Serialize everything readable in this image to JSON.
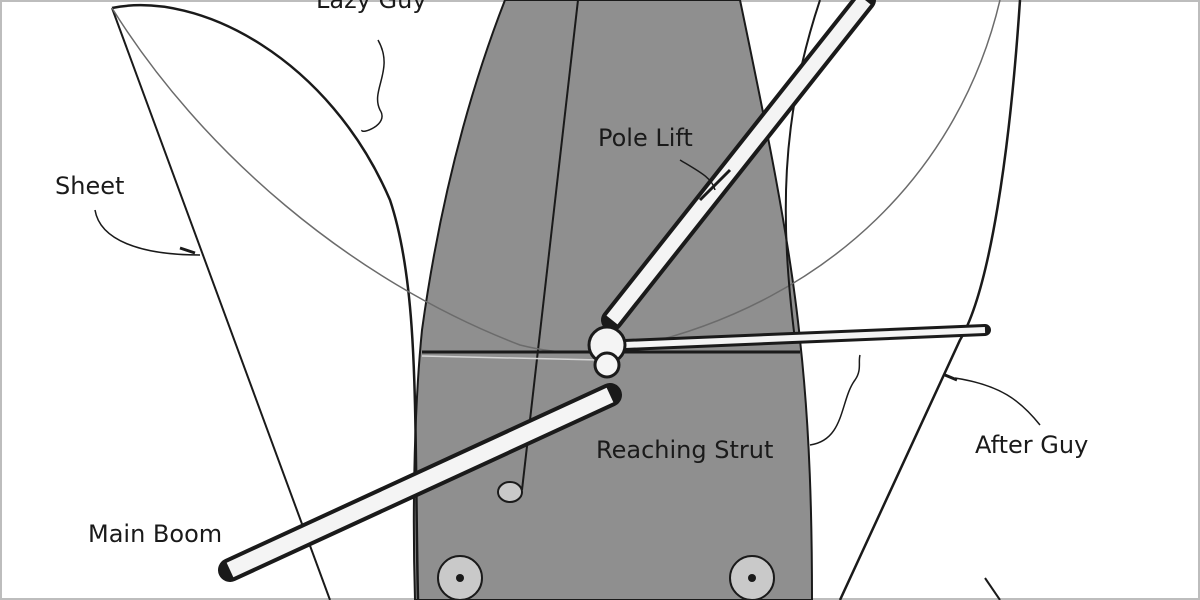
{
  "labels": {
    "lazy_guy": "Lazy Guy",
    "pole_lift": "Pole Lift",
    "sheet": "Sheet",
    "reaching_strut": "Reaching Strut",
    "after_guy": "After Guy",
    "main_boom": "Main Boom"
  },
  "colors": {
    "deck": "#8f8f8f",
    "line": "#1a1a1a",
    "thin_line": "#6b6b6b",
    "boom_fill": "#f4f4f4",
    "winch": "#c9c9c9"
  }
}
